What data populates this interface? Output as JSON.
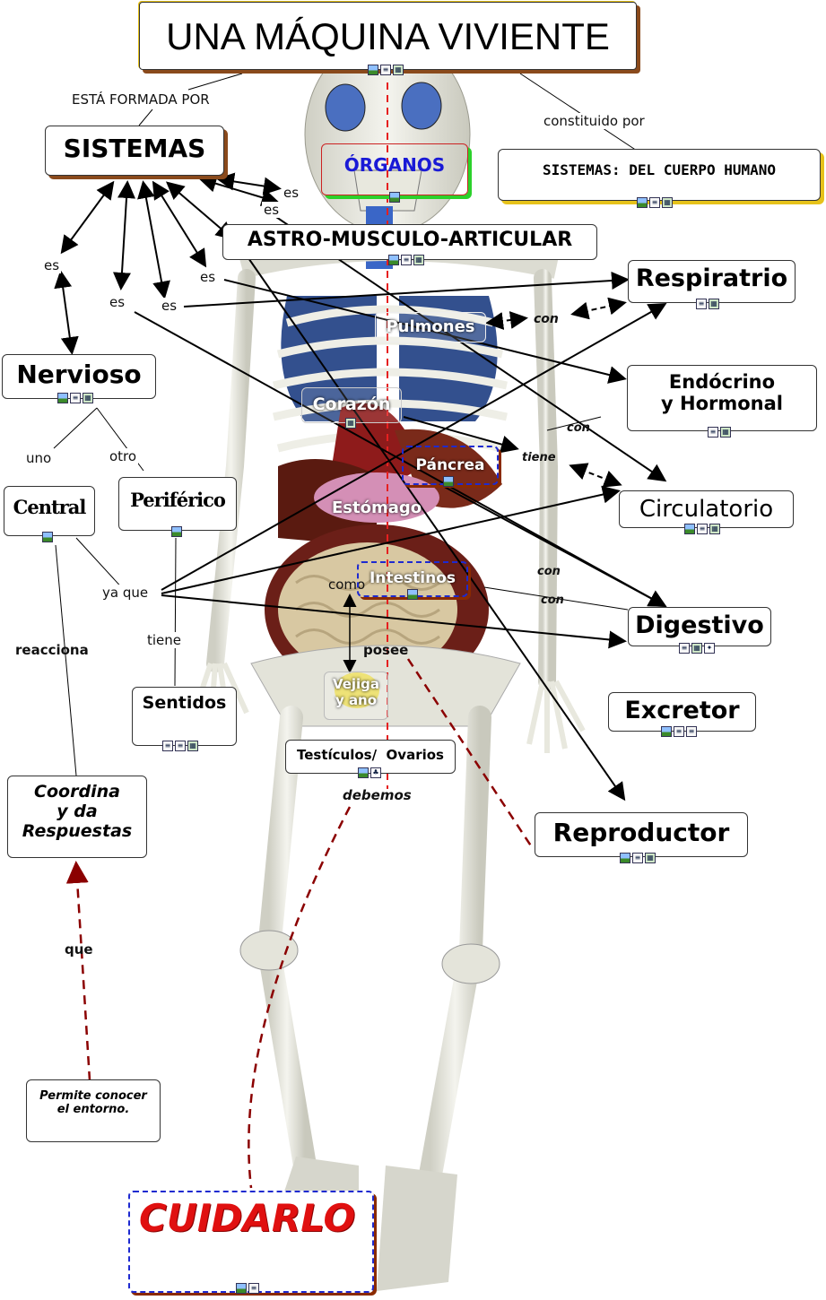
{
  "title": "UNA MÁQUINA VIVIENTE",
  "links": {
    "esta_formada_por": "ESTÁ FORMADA POR",
    "constituido_por": "constituido por",
    "es": "es",
    "uno": "uno",
    "otro": "otro",
    "ya_que": "ya que",
    "tiene": "tiene",
    "reacciona": "reacciona",
    "que": "que",
    "con": "con",
    "tiene_bi": "tiene",
    "como": "como",
    "posee": "posee",
    "debemos": "debemos"
  },
  "nodes": {
    "sistemas": "SISTEMAS",
    "organos": "ÓRGANOS",
    "sistemas_cuerpo": "SISTEMAS: DEL CUERPO HUMANO",
    "astro": "ASTRO-MUSCULO-ARTICULAR",
    "respiratorio": "Respiratrio",
    "pulmones": "Pulmones",
    "endocrino_1": "Endócrino",
    "endocrino_2": "y Hormonal",
    "nervioso": "Nervioso",
    "corazon": "Corazón",
    "pancreas": "Páncrea",
    "central": "Central",
    "periferico": "Periférico",
    "estomago": "Estómago",
    "circulatorio": "Circulatorio",
    "intestinos": "Intestinos",
    "digestivo": "Digestivo",
    "sentidos": "Sentidos",
    "vejiga_1": "Vejiga",
    "vejiga_2": "y ano",
    "excretor": "Excretor",
    "testiculos": "Testículos/  Ovarios",
    "coordina_1": "Coordina",
    "coordina_2": "y da",
    "coordina_3": "Respuestas",
    "reproductor": "Reproductor",
    "permite_1": "Permite conocer",
    "permite_2": "el entorno.",
    "cuidarlo": "CUIDARLO"
  },
  "colors": {
    "shadow_brown": "#8a4a1c",
    "shadow_yellow": "#e6c21a",
    "dashed_blue": "#1e2ad0",
    "dash_red": "#8b0000",
    "cuidarlo_red": "#e01010",
    "organos_blue": "#1a1ad6"
  }
}
